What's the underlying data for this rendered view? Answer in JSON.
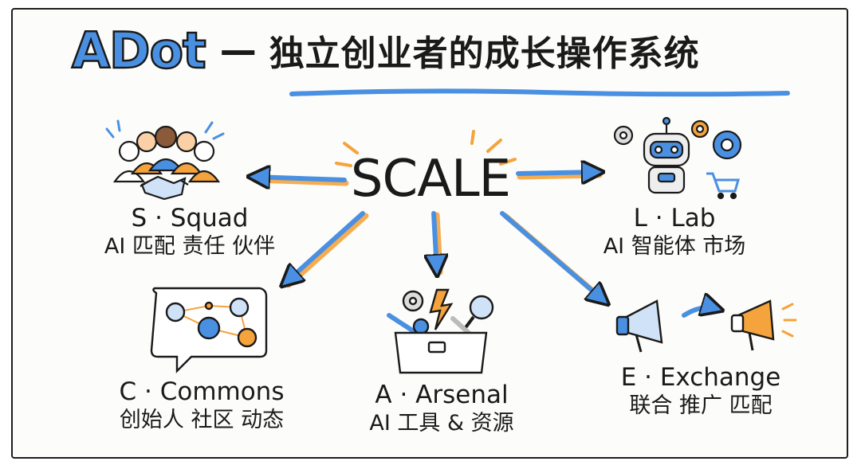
{
  "header": {
    "brand": "ADot",
    "separator": "—",
    "subtitle": "独立创业者的成长操作系统"
  },
  "center": {
    "word": "SCALE"
  },
  "modules": [
    {
      "key": "squad",
      "title": "S · Squad",
      "desc": "AI 匹配 责任 伙伴",
      "icon": "team-handshake-icon"
    },
    {
      "key": "lab",
      "title": "L · Lab",
      "desc": "AI 智能体 市场",
      "icon": "robot-gears-icon"
    },
    {
      "key": "commons",
      "title": "C · Commons",
      "desc": "创始人 社区 动态",
      "icon": "community-network-icon"
    },
    {
      "key": "arsenal",
      "title": "A · Arsenal",
      "desc": "AI 工具 & 资源",
      "icon": "toolbox-icon"
    },
    {
      "key": "exchange",
      "title": "E · Exchange",
      "desc": "联合 推广 匹配",
      "icon": "megaphones-icon"
    }
  ],
  "colors": {
    "accent_blue": "#4a90e2",
    "accent_orange": "#f5a33c",
    "ink": "#1a1a1a"
  }
}
